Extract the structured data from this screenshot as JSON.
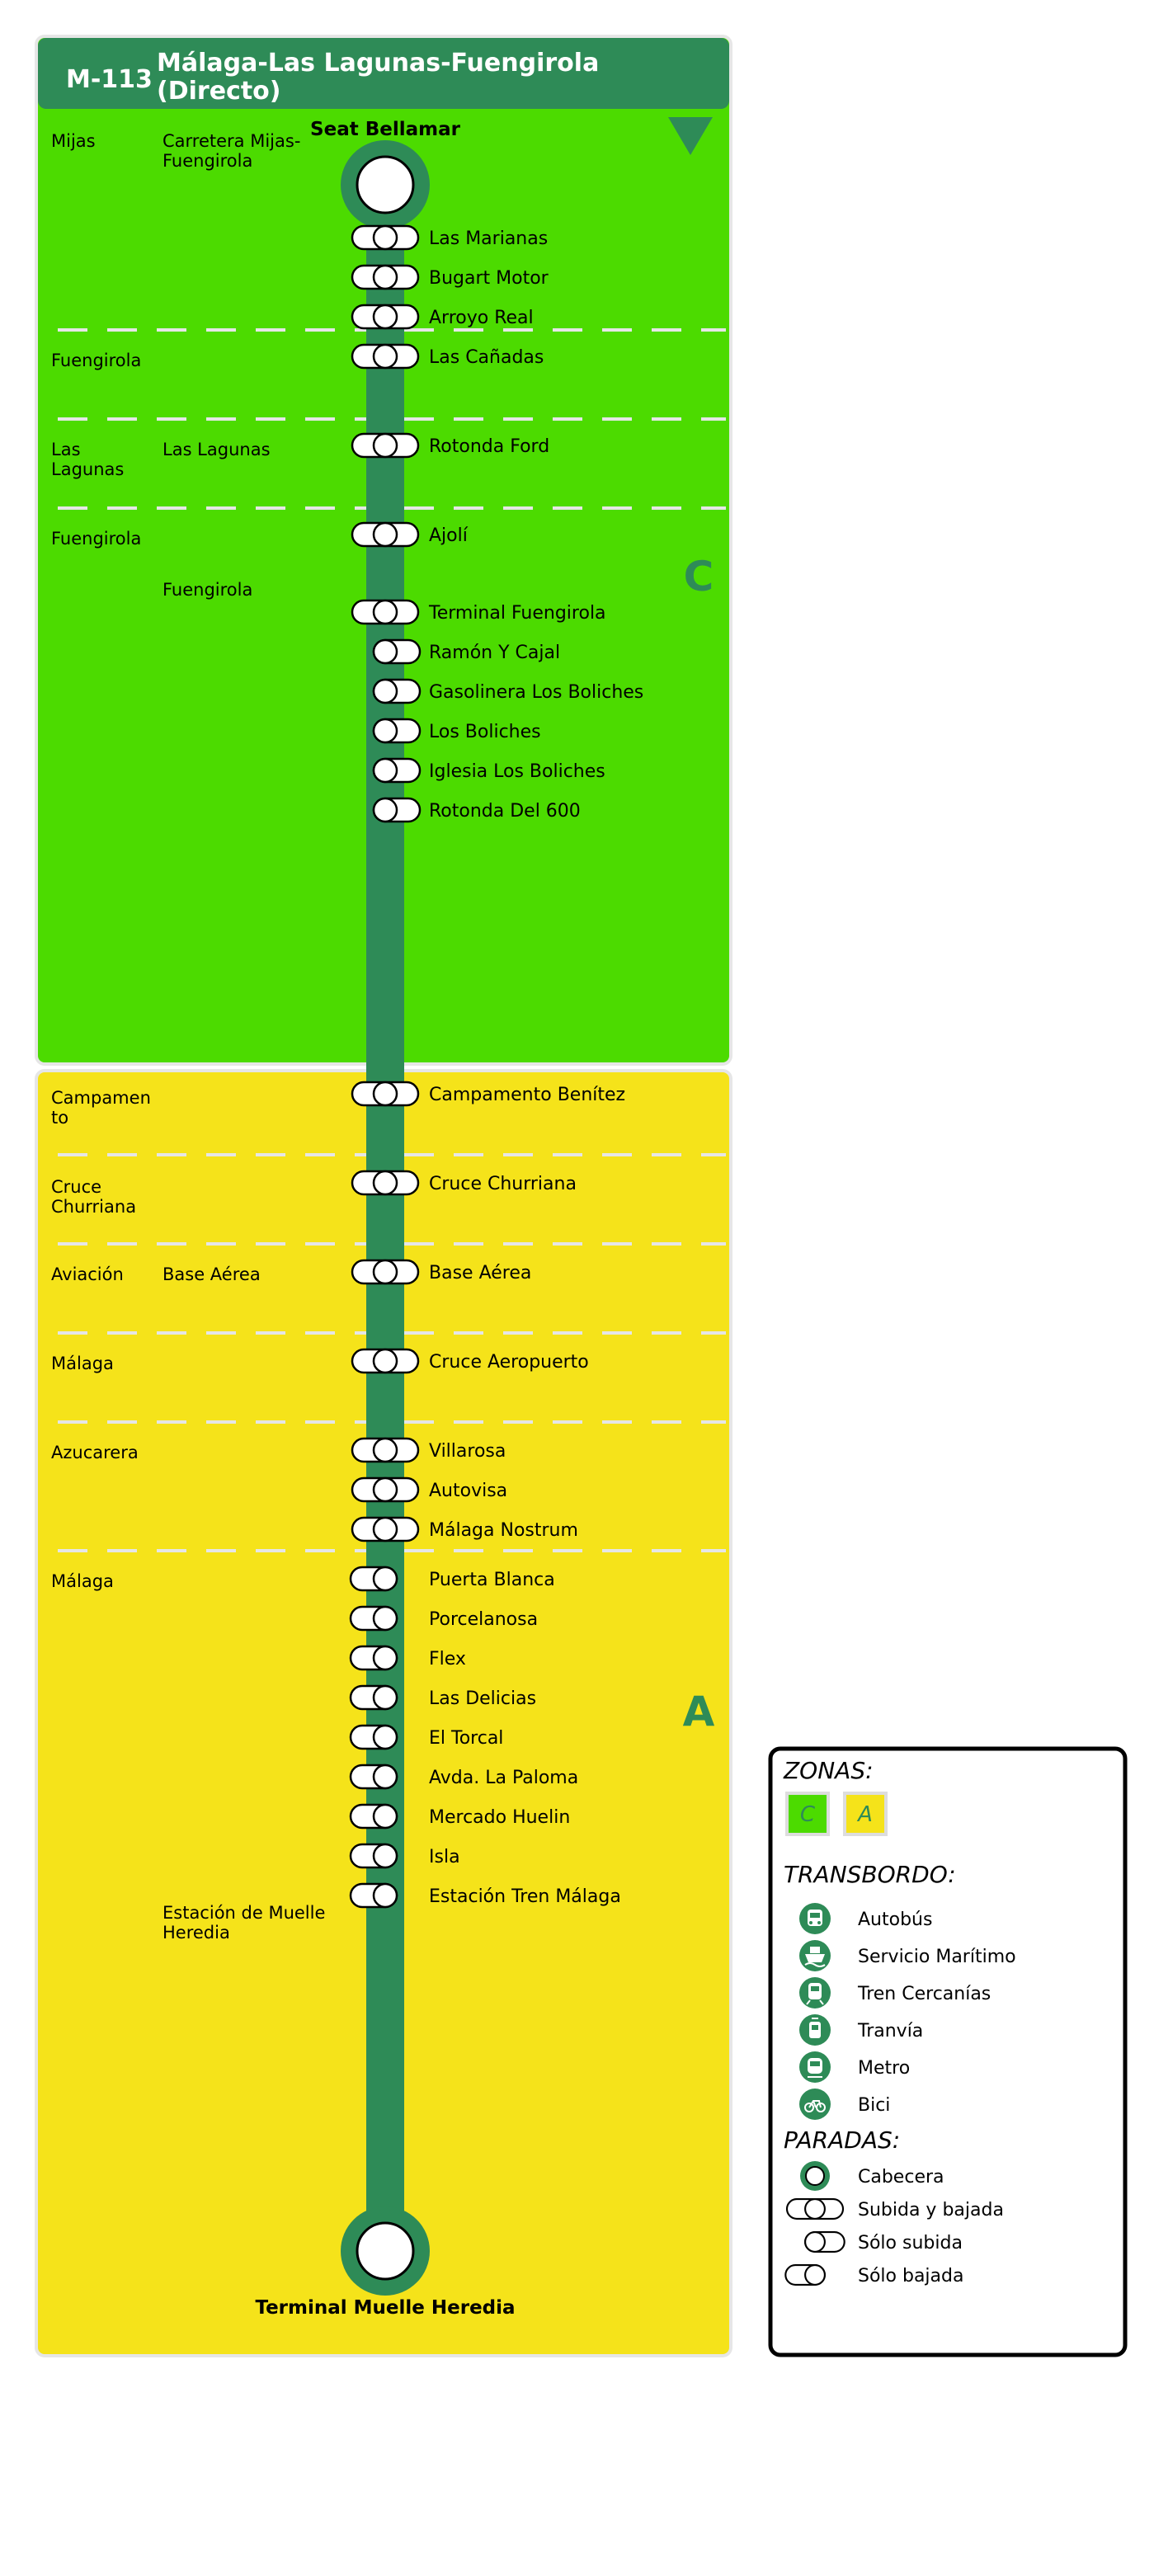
{
  "header": {
    "code": "M-113",
    "title_line1": "Málaga-Las Lagunas-Fuengirola",
    "title_line2": "(Directo)"
  },
  "colors": {
    "line": "#2e8b57",
    "zone_c": "#4cdb00",
    "zone_a": "#f5e31a",
    "header_bg": "#2e8b57",
    "stop_fill": "#ffffff",
    "stop_stroke": "#000000"
  },
  "zones": [
    {
      "label": "C",
      "color": "#4cdb00"
    },
    {
      "label": "A",
      "color": "#f5e31a"
    }
  ],
  "terminals": {
    "start": "Seat Bellamar",
    "end": "Terminal Muelle Heredia"
  },
  "municipality_labels": [
    {
      "zone": "C",
      "lines": [
        "Mijas"
      ]
    },
    {
      "zone": "C",
      "lines": [
        "Fuengirola"
      ]
    },
    {
      "zone": "C",
      "lines": [
        "Las",
        "Lagunas"
      ]
    },
    {
      "zone": "C",
      "lines": [
        "Fuengirola"
      ]
    },
    {
      "zone": "A",
      "lines": [
        "Campamen",
        "to"
      ]
    },
    {
      "zone": "A",
      "lines": [
        "Cruce",
        "Churriana"
      ]
    },
    {
      "zone": "A",
      "lines": [
        "Aviación"
      ]
    },
    {
      "zone": "A",
      "lines": [
        "Málaga"
      ]
    },
    {
      "zone": "A",
      "lines": [
        "Azucarera"
      ]
    },
    {
      "zone": "A",
      "lines": [
        "Málaga"
      ]
    }
  ],
  "locality_labels": [
    {
      "lines": [
        "Carretera Mijas-",
        "Fuengirola"
      ]
    },
    {
      "lines": [
        "Las Lagunas"
      ]
    },
    {
      "lines": [
        "Fuengirola"
      ]
    },
    {
      "lines": [
        "Base Aérea"
      ]
    },
    {
      "lines": [
        "Estación de Muelle",
        "Heredia"
      ]
    }
  ],
  "stops": [
    {
      "name": "Las Marianas",
      "type": "both"
    },
    {
      "name": "Bugart Motor",
      "type": "both"
    },
    {
      "name": "Arroyo Real",
      "type": "both"
    },
    {
      "name": "Las Cañadas",
      "type": "both"
    },
    {
      "name": "Rotonda Ford",
      "type": "both"
    },
    {
      "name": "Ajolí",
      "type": "both"
    },
    {
      "name": "Terminal Fuengirola",
      "type": "both"
    },
    {
      "name": "Ramón Y Cajal",
      "type": "board"
    },
    {
      "name": "Gasolinera Los Boliches",
      "type": "board"
    },
    {
      "name": "Los Boliches",
      "type": "board"
    },
    {
      "name": "Iglesia Los Boliches",
      "type": "board"
    },
    {
      "name": "Rotonda Del 600",
      "type": "board"
    },
    {
      "name": "Campamento Benítez",
      "type": "both"
    },
    {
      "name": "Cruce Churriana",
      "type": "both"
    },
    {
      "name": "Base Aérea",
      "type": "both"
    },
    {
      "name": "Cruce Aeropuerto",
      "type": "both"
    },
    {
      "name": "Villarosa",
      "type": "both"
    },
    {
      "name": "Autovisa",
      "type": "both"
    },
    {
      "name": "Málaga Nostrum",
      "type": "both"
    },
    {
      "name": "Puerta Blanca",
      "type": "alight"
    },
    {
      "name": "Porcelanosa",
      "type": "alight"
    },
    {
      "name": "Flex",
      "type": "alight"
    },
    {
      "name": "Las Delicias",
      "type": "alight"
    },
    {
      "name": "El Torcal",
      "type": "alight"
    },
    {
      "name": "Avda. La Paloma",
      "type": "alight"
    },
    {
      "name": "Mercado Huelin",
      "type": "alight"
    },
    {
      "name": "Isla",
      "type": "alight"
    },
    {
      "name": "Estación Tren Málaga",
      "type": "alight"
    }
  ],
  "legend": {
    "zones_title": "ZONAS:",
    "zone_chips": [
      "C",
      "A"
    ],
    "transfer_title": "TRANSBORDO:",
    "transfers": [
      {
        "icon": "bus-icon",
        "label": "Autobús"
      },
      {
        "icon": "ship-icon",
        "label": "Servicio Marítimo"
      },
      {
        "icon": "train-icon",
        "label": "Tren Cercanías"
      },
      {
        "icon": "tram-icon",
        "label": "Tranvía"
      },
      {
        "icon": "metro-icon",
        "label": "Metro"
      },
      {
        "icon": "bike-icon",
        "label": "Bici"
      }
    ],
    "stops_title": "PARADAS:",
    "stop_types": [
      {
        "icon": "terminal-stop-icon",
        "label": "Cabecera"
      },
      {
        "icon": "both-stop-icon",
        "label": "Subida y bajada"
      },
      {
        "icon": "board-stop-icon",
        "label": "Sólo subida"
      },
      {
        "icon": "alight-stop-icon",
        "label": "Sólo bajada"
      }
    ]
  }
}
